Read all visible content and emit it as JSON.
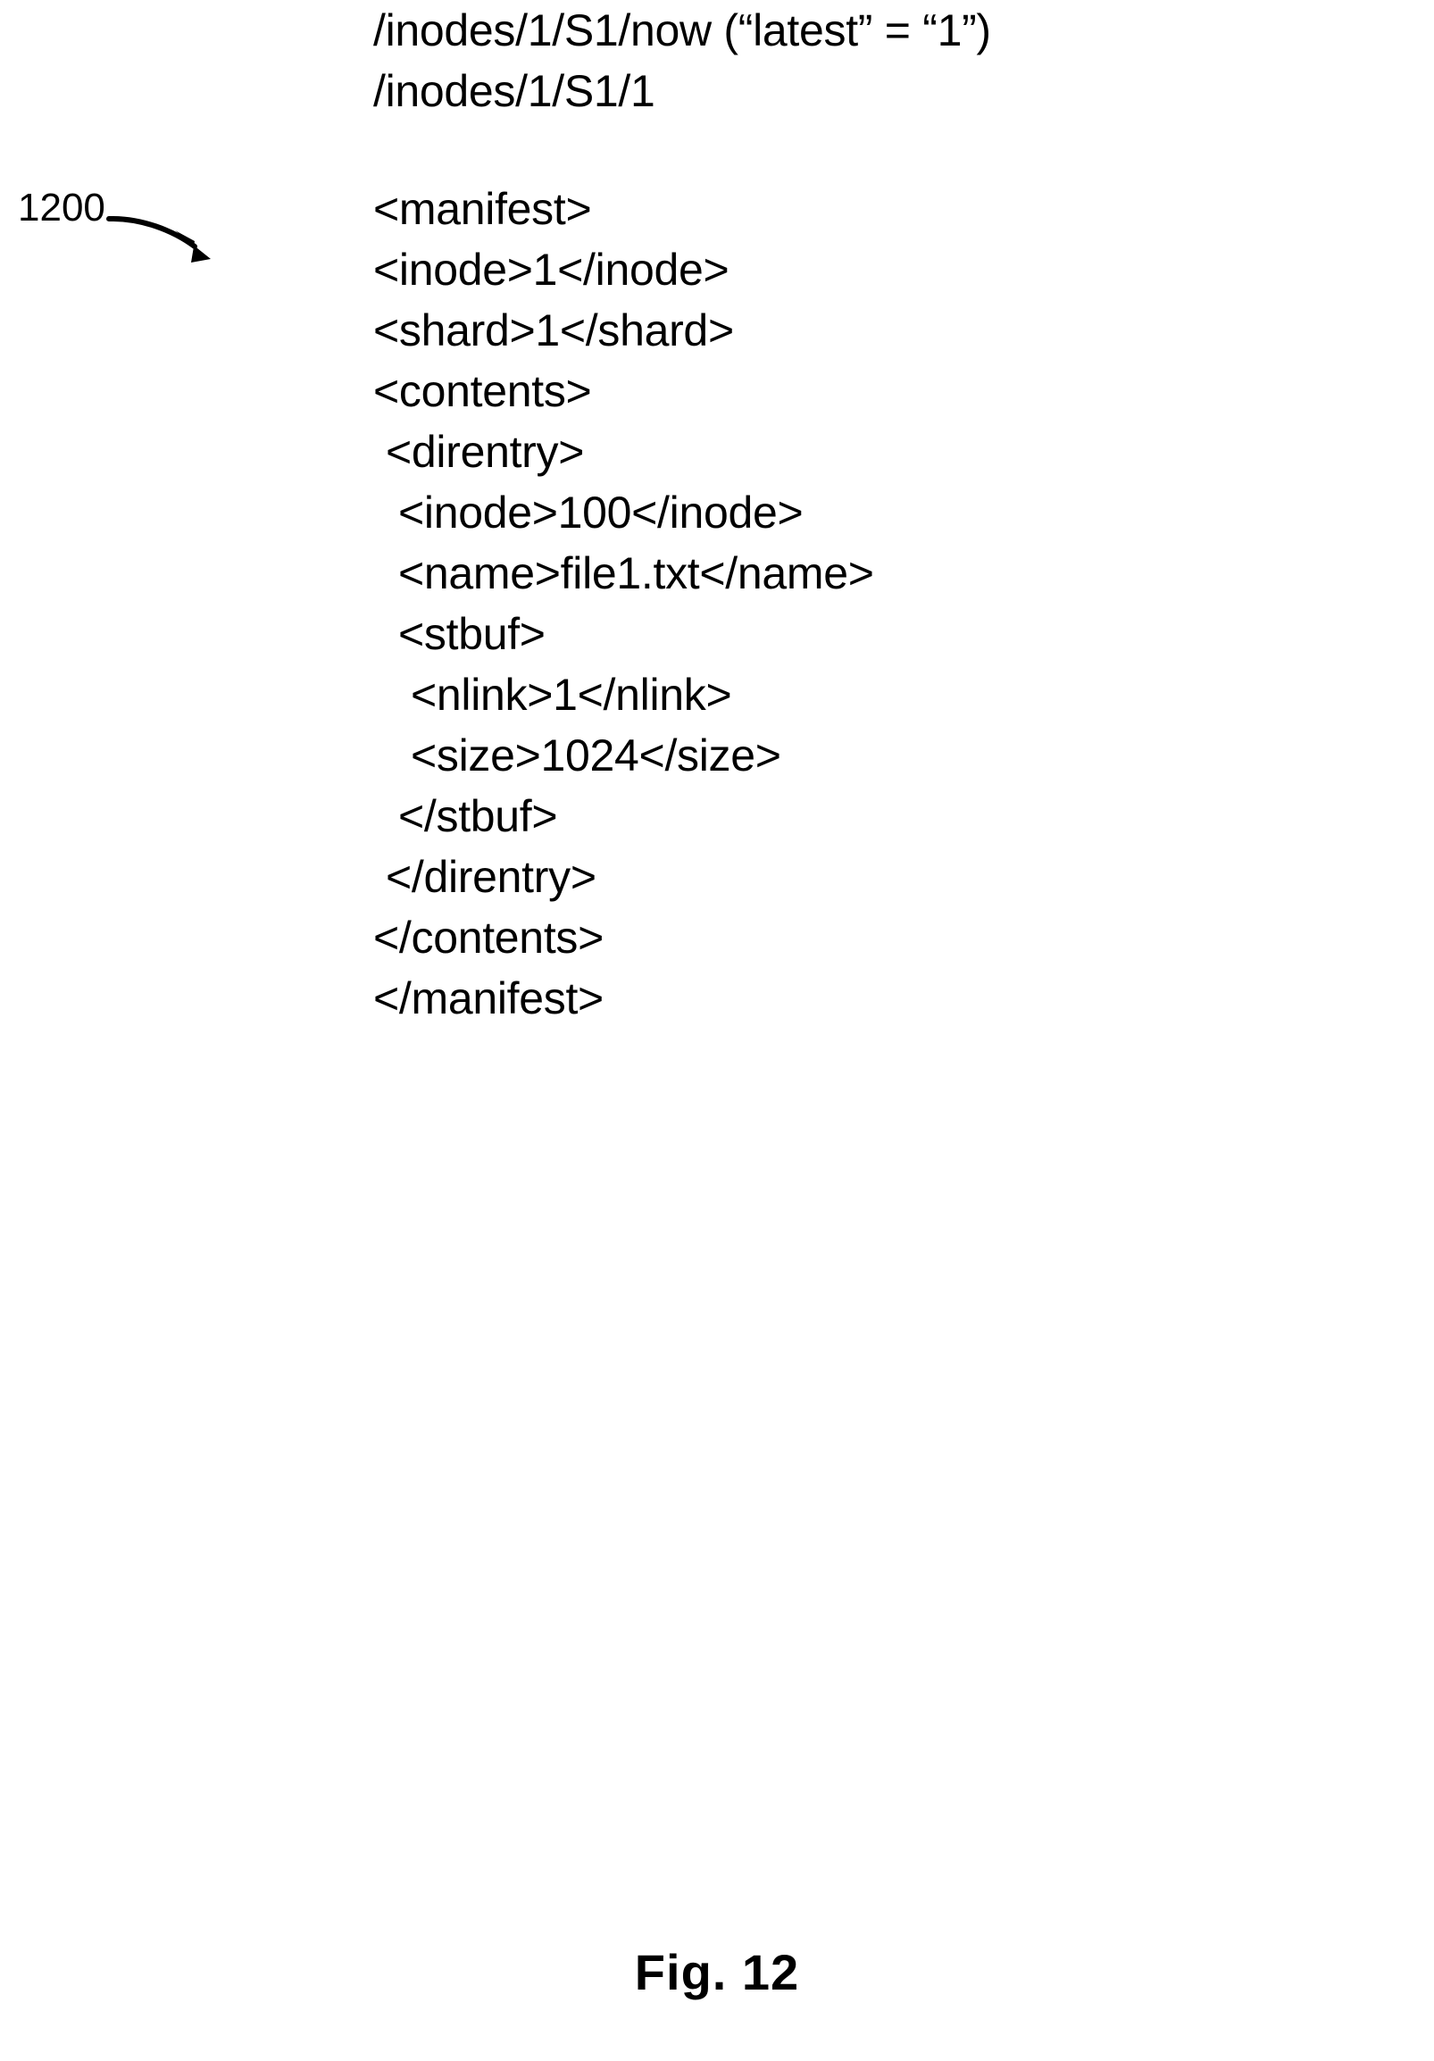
{
  "figure": {
    "reference_numeral": "1200",
    "caption": "Fig. 12"
  },
  "header_lines": [
    {
      "text": "/inodes/1/S1/now (“latest” = “1”)",
      "indent": 0
    },
    {
      "text": "/inodes/1/S1/1",
      "indent": 0
    }
  ],
  "listing": {
    "language": "xml",
    "lines": [
      {
        "text": "<manifest>",
        "indent": 0
      },
      {
        "text": "<inode>1</inode>",
        "indent": 0
      },
      {
        "text": "<shard>1</shard>",
        "indent": 0
      },
      {
        "text": "<contents>",
        "indent": 0
      },
      {
        "text": "<direntry>",
        "indent": 1
      },
      {
        "text": "<inode>100</inode>",
        "indent": 2
      },
      {
        "text": "<name>file1.txt</name>",
        "indent": 2
      },
      {
        "text": "<stbuf>",
        "indent": 2
      },
      {
        "text": "<nlink>1</nlink>",
        "indent": 3
      },
      {
        "text": "<size>1024</size>",
        "indent": 3
      },
      {
        "text": "</stbuf>",
        "indent": 2
      },
      {
        "text": "</direntry>",
        "indent": 1
      },
      {
        "text": "</contents>",
        "indent": 0
      },
      {
        "text": "</manifest>",
        "indent": 0
      }
    ]
  }
}
